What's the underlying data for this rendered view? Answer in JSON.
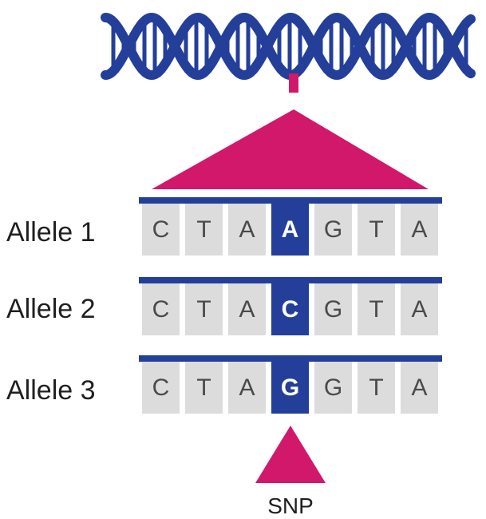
{
  "colors": {
    "dna": "#233f99",
    "accent": "#d1186b",
    "cell": "#dcdcdc",
    "cell_text": "#4a4a4a",
    "snp_text": "#ffffff"
  },
  "icons": {
    "dna": "dna-double-helix-icon"
  },
  "alleles": [
    {
      "label": "Allele 1",
      "bases": [
        "C",
        "T",
        "A",
        "A",
        "G",
        "T",
        "A"
      ]
    },
    {
      "label": "Allele 2",
      "bases": [
        "C",
        "T",
        "A",
        "C",
        "G",
        "T",
        "A"
      ]
    },
    {
      "label": "Allele 3",
      "bases": [
        "C",
        "T",
        "A",
        "G",
        "G",
        "T",
        "A"
      ]
    }
  ],
  "snp_index": 3,
  "snp_label": "SNP"
}
